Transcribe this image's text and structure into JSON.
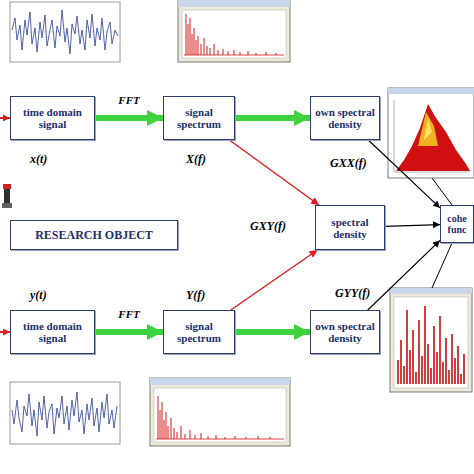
{
  "diagram": {
    "nodes": [
      {
        "text": [
          "time domain signal"
        ]
      },
      {
        "text": [
          "signal spectrum"
        ]
      },
      {
        "text": [
          "own spectral density"
        ]
      },
      {
        "text": [
          "RESEARCH OBJECT"
        ]
      },
      {
        "text": [
          "spectral density"
        ]
      },
      {
        "text": [
          "cohe func"
        ]
      },
      {
        "text": [
          "time domain signal"
        ]
      },
      {
        "text": [
          "signal spectrum"
        ]
      },
      {
        "text": [
          "own spectral density"
        ]
      }
    ],
    "edges": [
      {
        "from": 0,
        "to": 1,
        "label": "FFT",
        "arrow": "to"
      },
      {
        "from": 1,
        "to": 2,
        "arrow": "to"
      },
      {
        "from": 1,
        "to": 4,
        "arrow": "to"
      },
      {
        "from": 7,
        "to": 4,
        "arrow": "to"
      },
      {
        "from": 6,
        "to": 7,
        "label": "FFT",
        "arrow": "to"
      },
      {
        "from": 7,
        "to": 8,
        "arrow": "to"
      },
      {
        "from": 2,
        "to": 5,
        "arrow": "to"
      },
      {
        "from": 4,
        "to": 5,
        "arrow": "to"
      },
      {
        "from": 8,
        "to": 5,
        "arrow": "to"
      }
    ],
    "labels": [
      "x(t)",
      "X(f)",
      "GXX(f)",
      "GXY(f)",
      "y(t)",
      "Y(f)",
      "GYY(f)"
    ]
  }
}
